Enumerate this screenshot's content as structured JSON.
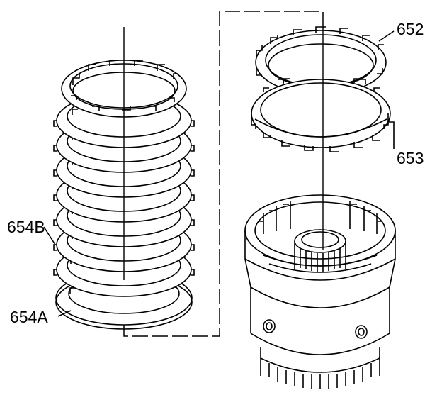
{
  "callouts": {
    "c652": "652",
    "c653": "653",
    "c654B": "654B",
    "c654A": "654A"
  },
  "colors": {
    "ink": "#000000",
    "background": "#ffffff"
  }
}
